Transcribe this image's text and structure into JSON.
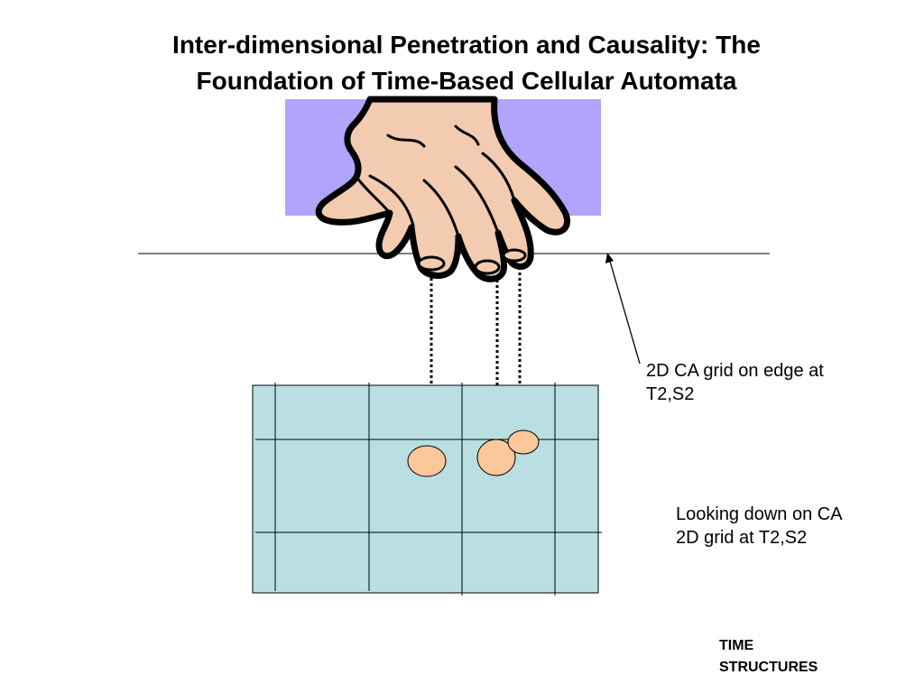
{
  "slide": {
    "title_lines": [
      "Inter-dimensional Penetration and Causality: The",
      "Foundation of Time-Based Cellular Automata"
    ],
    "edge_label_lines": [
      "2D CA grid on edge at",
      "T2,S2"
    ],
    "down_label_lines": [
      "Looking down on CA",
      "2D grid at T2,S2"
    ],
    "footer_lines": [
      "TIME",
      "STRUCTURES"
    ]
  },
  "colors": {
    "window_fill": "#b0a4fc",
    "skin": "#f2cbb0",
    "outline": "#000000",
    "grid_fill": "#b9dfe2",
    "cell_dot": "#fcc89a"
  },
  "icons": {
    "hand": "hand-icon"
  }
}
